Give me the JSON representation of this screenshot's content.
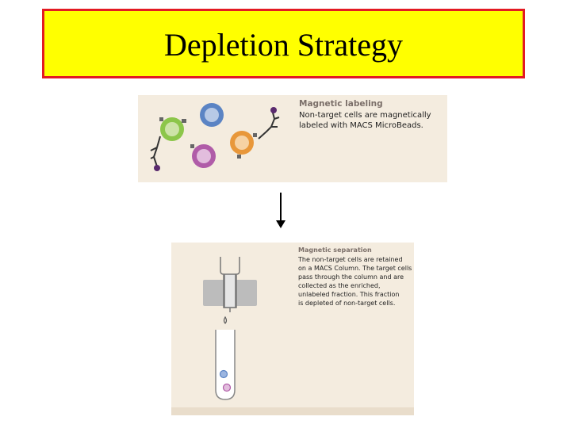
{
  "title": "Depletion Strategy",
  "colors": {
    "title_background": "#ffff00",
    "title_border": "#e31b23",
    "panel_background": "#f4ecdf",
    "heading_color": "#7b6f69",
    "cell_green": "#8cc64a",
    "cell_blue": "#5b84c4",
    "cell_purple": "#b05ca8",
    "cell_orange": "#e8973a",
    "bead_color": "#5a2a6e"
  },
  "labeling_step": {
    "heading": "Magnetic labeling",
    "body_lines": [
      "Non-target cells are magnetically",
      "labeled with MACS MicroBeads."
    ]
  },
  "separation_step": {
    "heading": "Magnetic separation",
    "body_lines": [
      "The non-target cells are retained",
      "on a MACS Column. The target cells",
      "pass through the column and are",
      "collected as the enriched,",
      "unlabeled fraction. This fraction",
      "is depleted of non-target cells."
    ]
  }
}
